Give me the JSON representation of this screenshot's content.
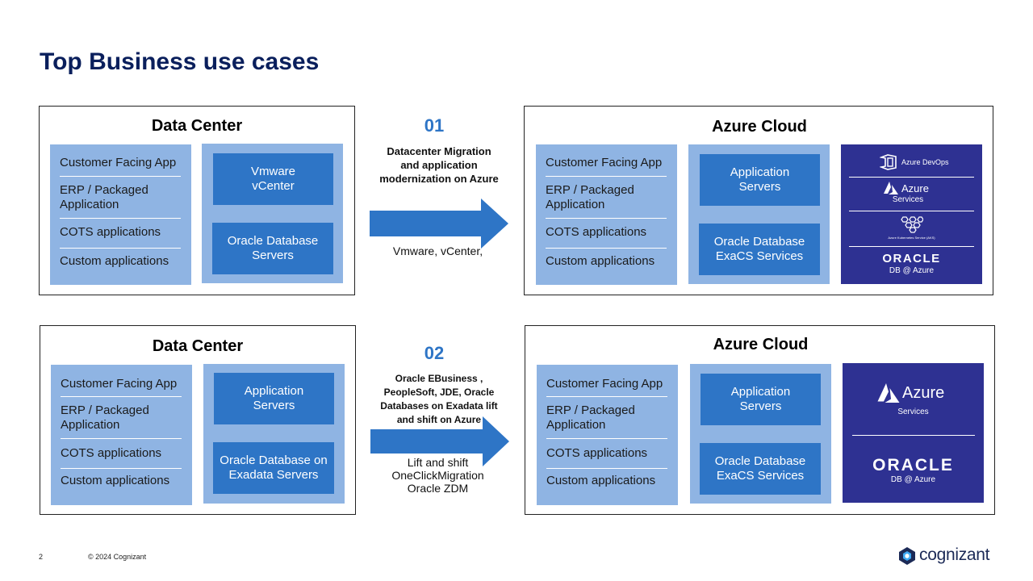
{
  "slide": {
    "title": "Top Business use cases",
    "page_number": "2",
    "copyright": "© 2024 Cognizant",
    "brand": "cognizant"
  },
  "row1": {
    "left": {
      "title": "Data Center",
      "apps": [
        "Customer Facing App",
        "ERP / Packaged Application",
        "COTS applications",
        "Custom applications"
      ],
      "box_top": "Vmware vCenter",
      "box_bottom": "Oracle Database Servers"
    },
    "middle": {
      "number": "01",
      "description": "Datacenter Migration and application modernization on Azure",
      "tools": "Vmware, vCenter,"
    },
    "right": {
      "title": "Azure Cloud",
      "apps": [
        "Customer Facing App",
        "ERP / Packaged Application",
        "COTS applications",
        "Custom applications"
      ],
      "box_top": "Application Servers",
      "box_bottom": "Oracle Database ExaCS Services",
      "services": {
        "devops": "Azure DevOps",
        "azure": "Azure",
        "azure_sub": "Services",
        "aks": "Azure Kubernetes Service (AKS)",
        "oracle": "ORACLE",
        "oracle_sub": "DB @ Azure"
      }
    }
  },
  "row2": {
    "left": {
      "title": "Data Center",
      "apps": [
        "Customer Facing App",
        "ERP / Packaged Application",
        "COTS applications",
        "Custom applications"
      ],
      "box_top": "Application Servers",
      "box_bottom": "Oracle Database on Exadata Servers"
    },
    "middle": {
      "number": "02",
      "description": "Oracle EBusiness , PeopleSoft, JDE, Oracle Databases on Exadata lift and shift on Azure",
      "tools": [
        "Lift and shift",
        "OneClickMigration",
        "Oracle ZDM"
      ]
    },
    "right": {
      "title": "Azure Cloud",
      "apps": [
        "Customer Facing App",
        "ERP / Packaged Application",
        "COTS applications",
        "Custom applications"
      ],
      "box_top": "Application Servers",
      "box_bottom": "Oracle Database ExaCS Services",
      "services": {
        "azure": "Azure",
        "azure_sub": "Services",
        "oracle": "ORACLE",
        "oracle_sub": "DB @ Azure"
      }
    }
  },
  "colors": {
    "title": "#0a1f5c",
    "light_blue": "#8fb4e3",
    "mid_blue": "#2e75c6",
    "navy": "#2e3192"
  }
}
